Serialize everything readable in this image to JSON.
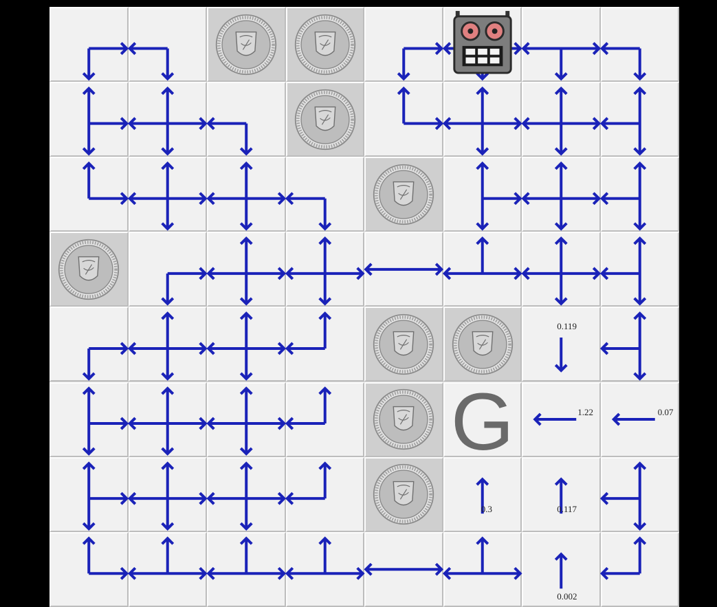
{
  "grid": {
    "cols": 8,
    "rows": 8
  },
  "walls": [
    [
      0,
      2
    ],
    [
      0,
      3
    ],
    [
      1,
      3
    ],
    [
      2,
      4
    ],
    [
      3,
      0
    ],
    [
      4,
      4
    ],
    [
      4,
      5
    ],
    [
      5,
      4
    ],
    [
      6,
      4
    ]
  ],
  "robot": {
    "row": 0,
    "col": 5
  },
  "goal": {
    "row": 5,
    "col": 5,
    "label": "G"
  },
  "cell_values": [
    {
      "row": 4,
      "col": 6,
      "text": "0.119"
    },
    {
      "row": 5,
      "col": 6,
      "text": "1.22"
    },
    {
      "row": 5,
      "col": 7,
      "text": "0.07"
    },
    {
      "row": 6,
      "col": 5,
      "text": "0.3"
    },
    {
      "row": 6,
      "col": 6,
      "text": "0.117"
    },
    {
      "row": 7,
      "col": 6,
      "text": "0.002"
    }
  ],
  "policy_arrows": {
    "0,0": "D,R",
    "0,1": "L,D",
    "0,4": "D,R",
    "0,5": "L,R,D",
    "0,6": "L,R,D",
    "0,7": "L,D",
    "1,0": "U,D,R",
    "1,1": "L,U,D,R",
    "1,2": "L,D",
    "1,4": "U,R",
    "1,5": "L,U,D,R",
    "1,6": "L,U,D,R",
    "1,7": "L,U,D",
    "2,0": "U,R",
    "2,1": "L,U,D,R",
    "2,2": "L,U,D,R",
    "2,3": "L,D",
    "2,5": "U,D,R",
    "2,6": "L,U,D,R",
    "2,7": "L,U,D",
    "3,1": "D,R",
    "3,2": "L,U,D,R",
    "3,3": "L,U,D,R",
    "3,4": "L,R",
    "3,5": "L,U,R",
    "3,6": "L,U,D,R",
    "3,7": "L,U,D",
    "4,0": "D,R",
    "4,1": "L,U,D,R",
    "4,2": "L,U,D,R",
    "4,3": "L,U",
    "4,6": "D",
    "4,7": "L,U,D",
    "5,0": "U,D,R",
    "5,1": "L,U,D,R",
    "5,2": "L,U,D,R",
    "5,3": "L,U",
    "5,6": "L",
    "5,7": "L",
    "6,0": "U,D,R",
    "6,1": "L,U,D,R",
    "6,2": "L,U,D,R",
    "6,3": "L,U",
    "6,5": "U",
    "6,6": "U",
    "6,7": "L,U,D",
    "7,0": "U,R",
    "7,1": "L,U,R",
    "7,2": "L,U,R",
    "7,3": "L,U,R",
    "7,4": "L,R",
    "7,5": "L,U,R",
    "7,6": "U",
    "7,7": "L,U"
  },
  "colors": {
    "arrow": "#1a22b8",
    "cell": "#f1f1f1",
    "wall": "#cfcfcf",
    "robot_eye": "#e08080",
    "goal_text": "#6a6a6a"
  }
}
